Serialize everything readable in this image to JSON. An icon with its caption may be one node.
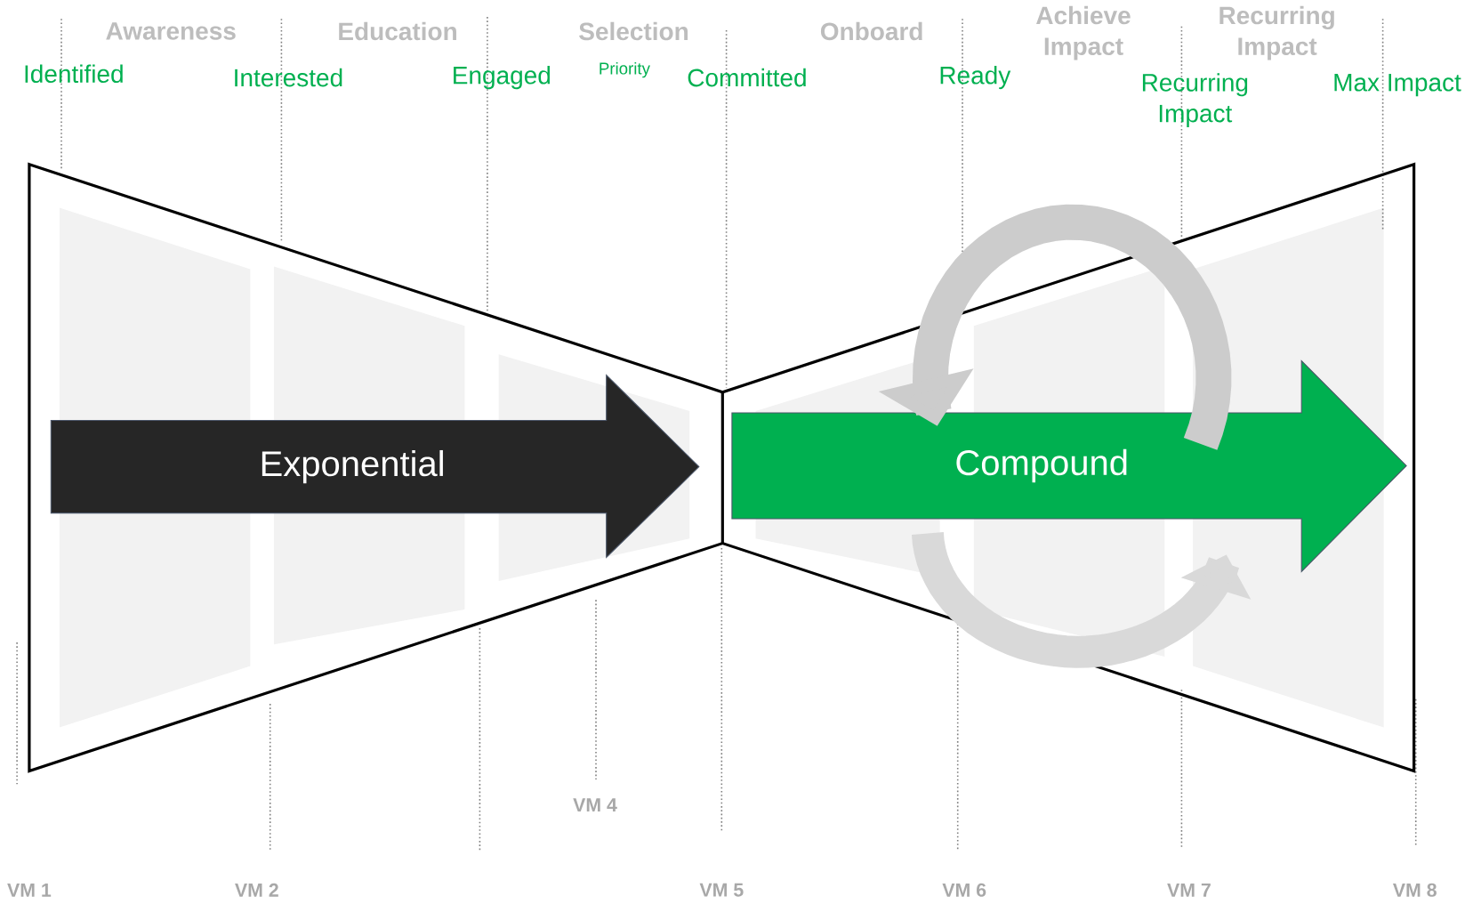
{
  "diagram": {
    "nodes": [
      {
        "text": [
          "Exponential"
        ]
      },
      {
        "text": [
          "Compound"
        ]
      }
    ],
    "labels": [
      "Awareness",
      "Education",
      "Selection",
      "Onboard",
      "Achieve Impact",
      "Recurring Impact",
      "Identified",
      "Interested",
      "Engaged",
      "Priority",
      "Committed",
      "Ready",
      "Recurring Impact",
      "Max Impact",
      "VM 4",
      "VM 1",
      "VM 2",
      "VM 5",
      "VM 6",
      "VM 7",
      "VM 8"
    ]
  }
}
